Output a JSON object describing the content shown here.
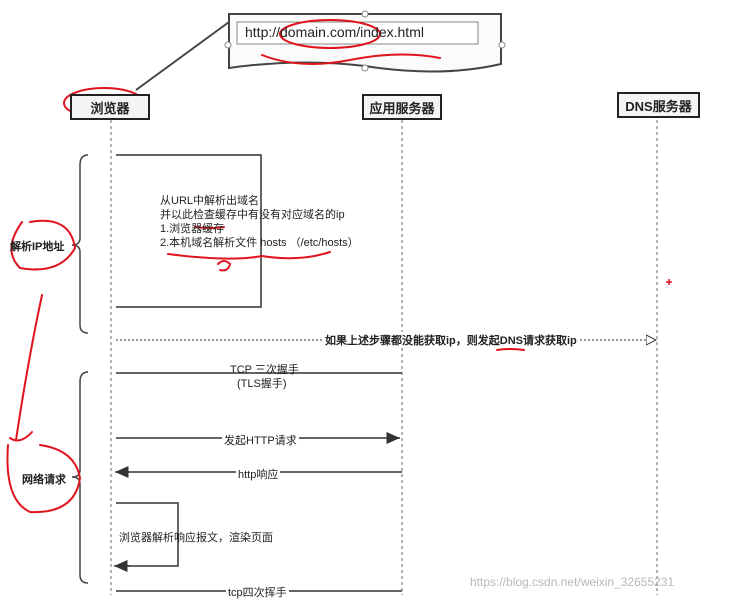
{
  "url_note": {
    "text": "http://domain.com/index.html"
  },
  "lifelines": {
    "browser": "浏览器",
    "app_server": "应用服务器",
    "dns_server": "DNS服务器"
  },
  "groups": {
    "resolve_ip": "解析IP地址",
    "network_request": "网络请求"
  },
  "notes": {
    "resolve_lines": [
      "从URL中解析出域名",
      "并以此检查缓存中有没有对应域名的ip",
      "1.浏览器缓存",
      "2.本机域名解析文件 hosts （/etc/hosts）"
    ],
    "parse_response": "浏览器解析响应报文，渲染页面"
  },
  "messages": {
    "dns_request": "如果上述步骤都没能获取ip，则发起DNS请求获取ip",
    "tcp_handshake": "TCP 三次握手",
    "tls_handshake": "(TLS握手)",
    "http_request": "发起HTTP请求",
    "http_response": "http响应",
    "tcp_close": "tcp四次挥手"
  },
  "watermark": "https://blog.csdn.net/weixin_32655231",
  "colors": {
    "annotation_red": "#e0141e",
    "line": "#333333"
  }
}
